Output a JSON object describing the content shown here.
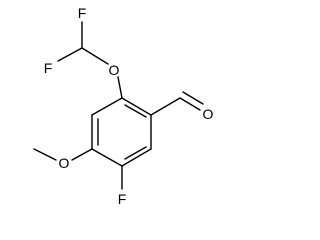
{
  "molecule": {
    "atoms": {
      "f_top": "F",
      "f_left": "F",
      "o_ether_top": "O",
      "o_aldehyde": "O",
      "o_methoxy": "O",
      "f_ring": "F"
    }
  },
  "colors": {
    "bond": "#000000",
    "label": "#000000",
    "background": "#ffffff"
  }
}
